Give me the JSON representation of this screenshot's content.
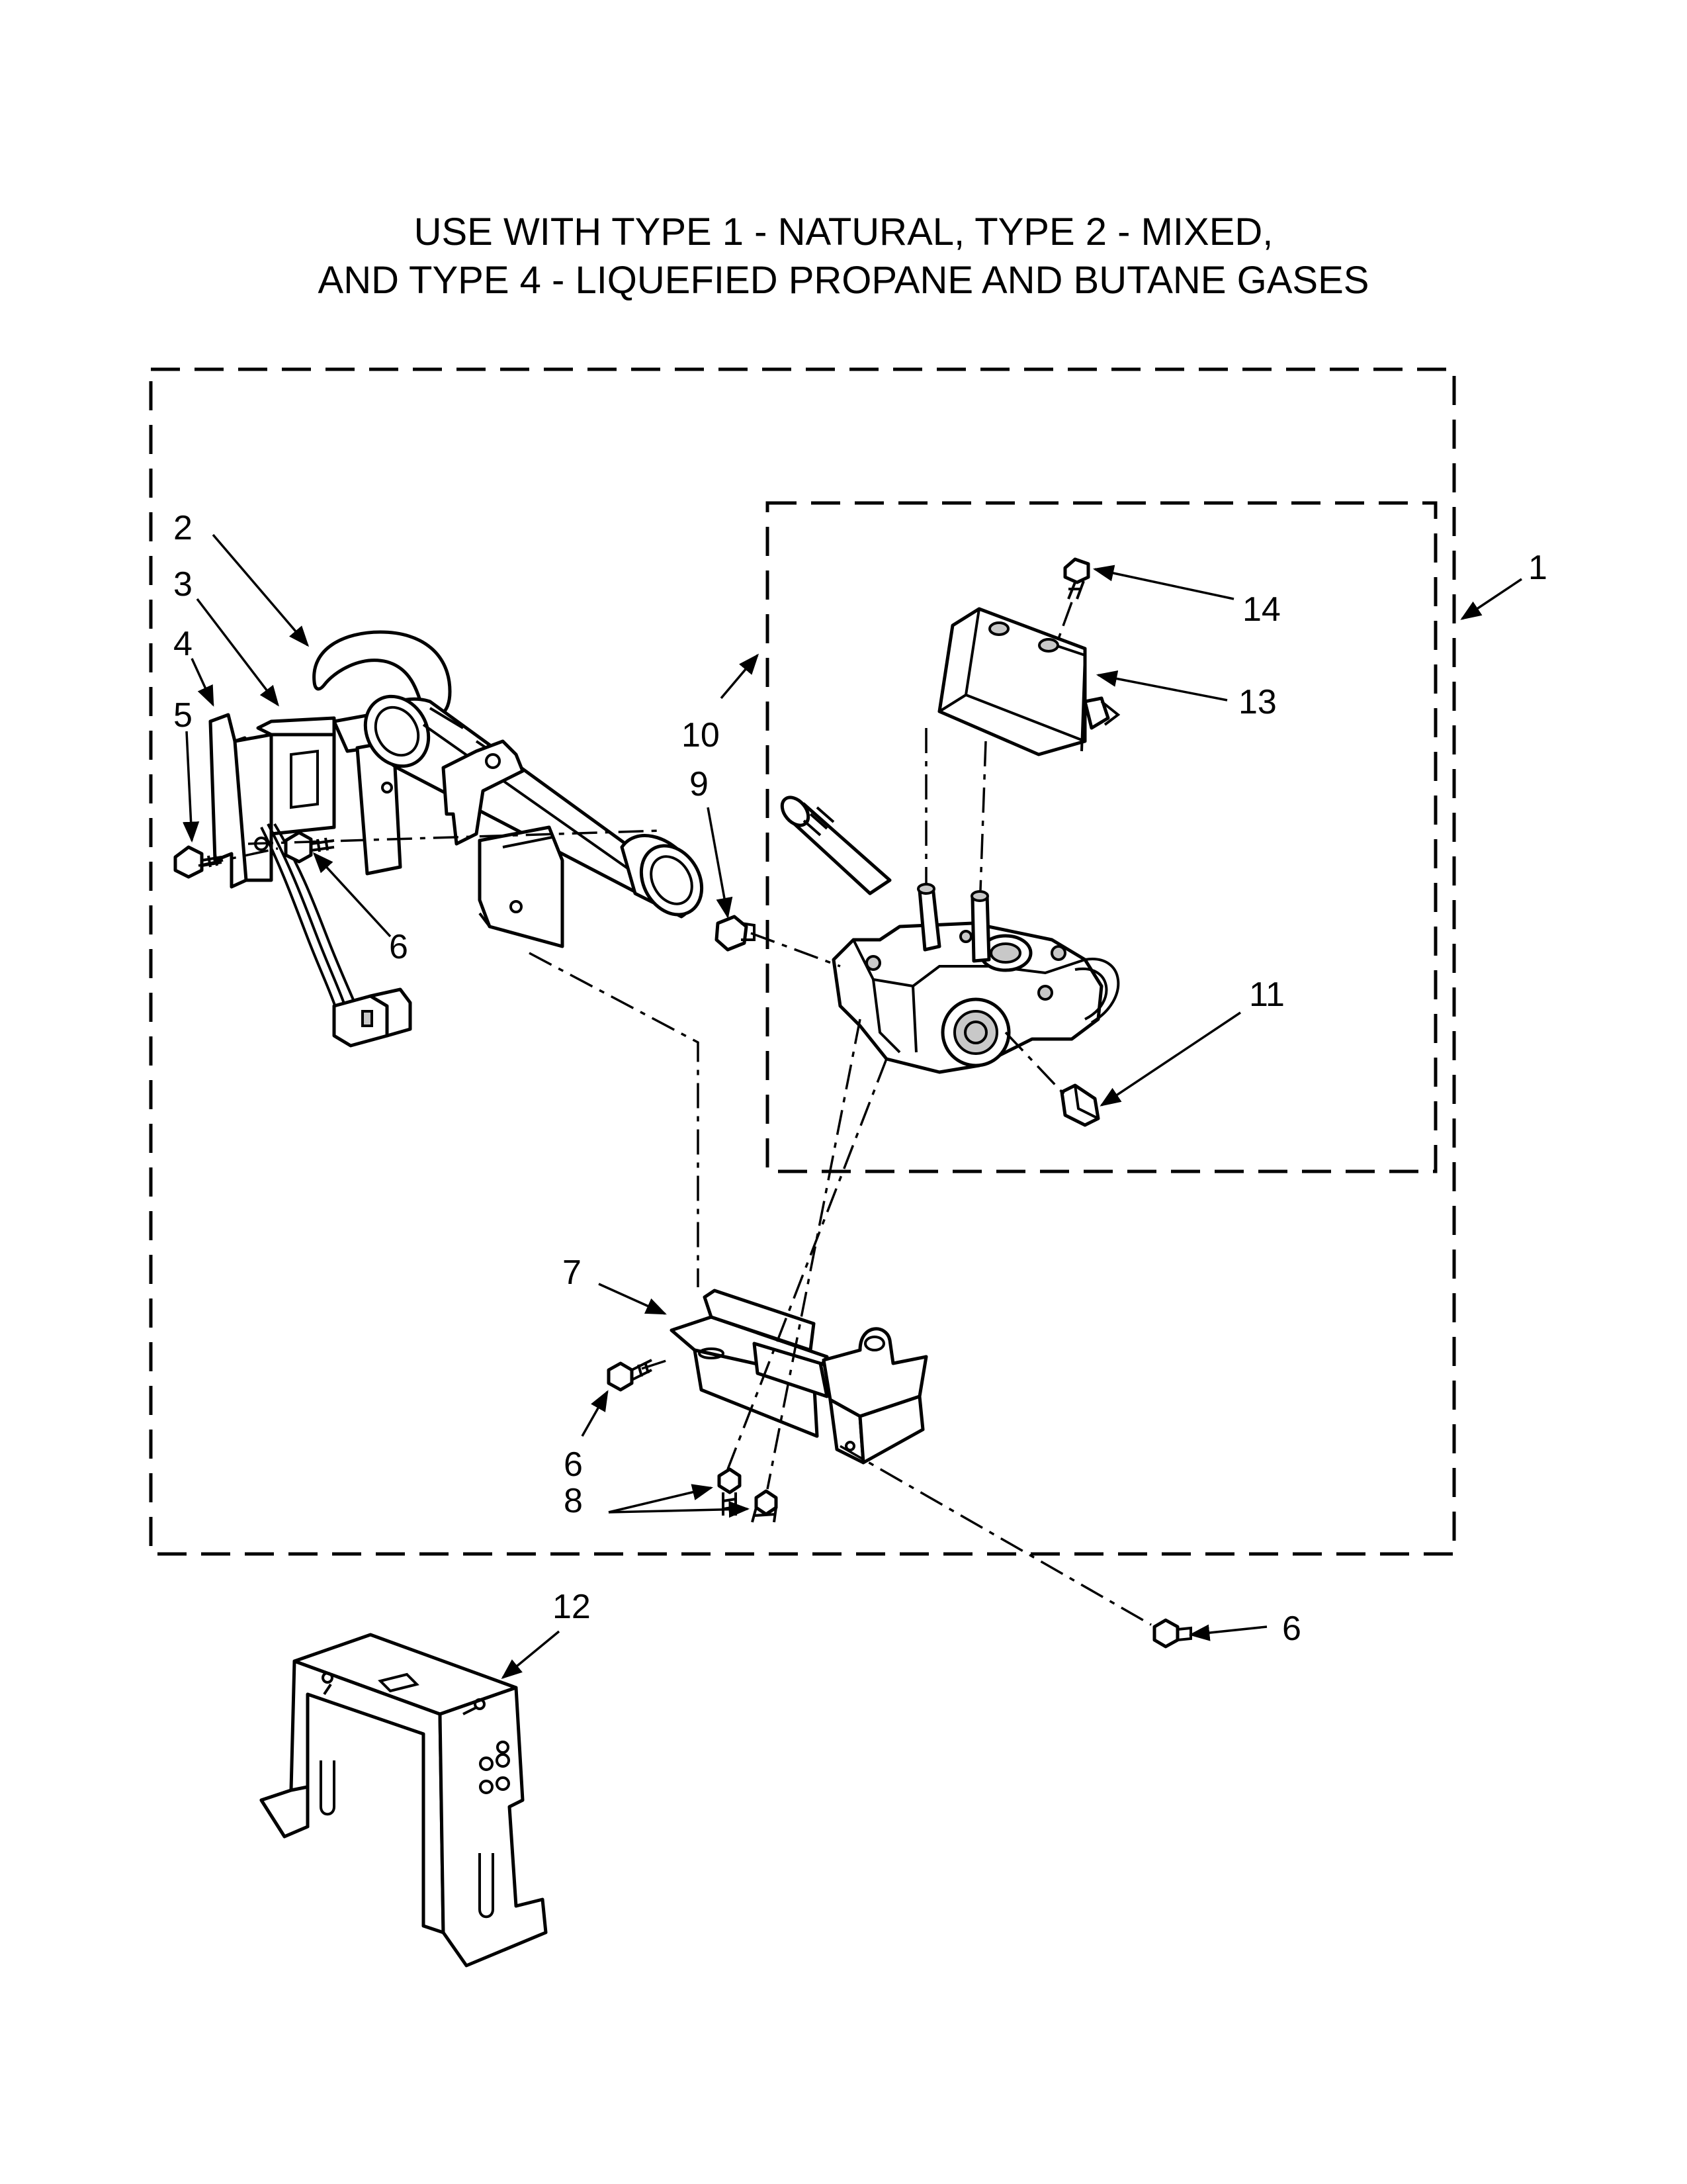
{
  "title": {
    "line1": "USE WITH TYPE 1 - NATURAL, TYPE 2 - MIXED,",
    "line2": "AND TYPE 4 - LIQUEFIED PROPANE AND BUTANE GASES"
  },
  "callouts": {
    "c1": "1",
    "c2": "2",
    "c3": "3",
    "c4": "4",
    "c5": "5",
    "c6a": "6",
    "c6b": "6",
    "c6c": "6",
    "c7": "7",
    "c8": "8",
    "c9": "9",
    "c10": "10",
    "c11": "11",
    "c12": "12",
    "c13": "13",
    "c14": "14"
  }
}
